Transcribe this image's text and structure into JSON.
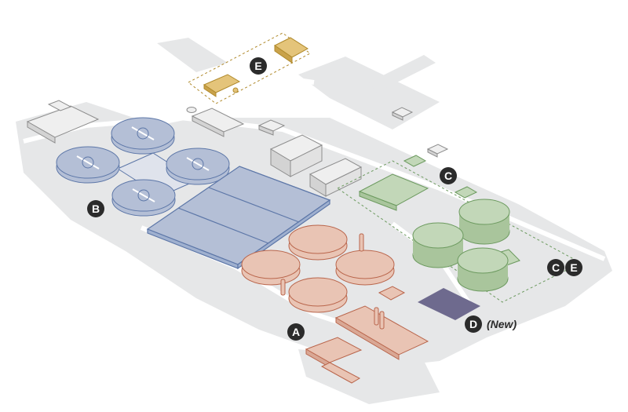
{
  "title": "Treatment plant site map",
  "colors": {
    "ground": "#e8e9ea",
    "road": "#dcdddf",
    "zone_a": "#e9c4b4",
    "zone_a_stroke": "#b9654b",
    "zone_b": "#b4bfd6",
    "zone_b_stroke": "#5d77a8",
    "zone_c": "#c2d7b8",
    "zone_c_stroke": "#6c9a5f",
    "zone_d": "#6e6a8e",
    "zone_e": "#e4c47a",
    "zone_e_stroke": "#b08a2c",
    "existing": "#efefef",
    "existing_stroke": "#8d8d8d",
    "marker": "#2b2b2b"
  },
  "markers": [
    {
      "id": "A",
      "label": "A"
    },
    {
      "id": "B",
      "label": "B"
    },
    {
      "id": "C1",
      "label": "C"
    },
    {
      "id": "C2",
      "label": "C"
    },
    {
      "id": "D",
      "label": "D"
    },
    {
      "id": "E1",
      "label": "E"
    },
    {
      "id": "E2",
      "label": "E"
    }
  ],
  "tags": {
    "new": "(New)"
  }
}
